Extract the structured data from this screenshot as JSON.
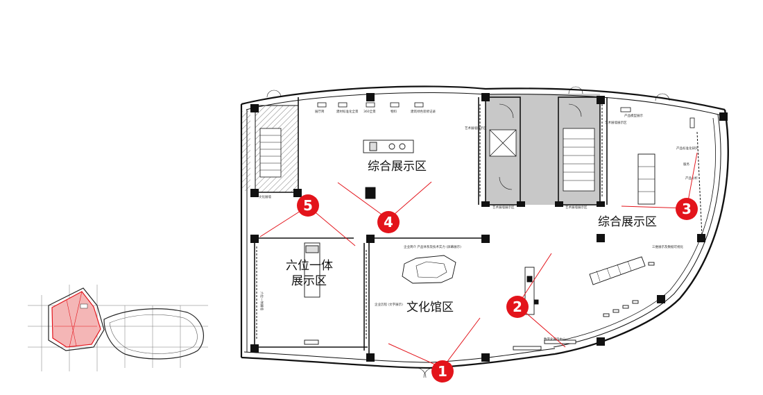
{
  "zones": {
    "general_top": "综合展示区",
    "general_right": "综合展示区",
    "six_in_one_line1": "六位一体",
    "six_in_one_line2": "展示区",
    "culture": "文化馆区"
  },
  "markers": [
    "1",
    "2",
    "3",
    "4",
    "5"
  ],
  "small_labels": {
    "s1": "展厅简",
    "s2": "建材标准化全景",
    "s3": "360全景",
    "s4": "物料",
    "s5": "建筑绿色装修记录",
    "s6": "艺术展墙展示区",
    "s7": "艺术展墙展示区",
    "s8": "艺术展墙展示区",
    "s9": "艺术展墙展示区",
    "s10": "产品模型展示",
    "s11": "企业简介 产品体系及技术实力 (屏幕展示)",
    "s12": "企业历程 (文字展示)",
    "s13": "三维展示及数据可视化",
    "s14": "产品标准化研究",
    "s15": "服务",
    "s16": "产品分析",
    "s17": "数字化展示中心",
    "s18": "文化展墙",
    "s19": "六位一体展墙"
  },
  "colors": {
    "marker": "#e3141b",
    "highlight": "#f4b6b6",
    "core_gray": "#c8c8c8",
    "sightline": "#e3141b"
  }
}
